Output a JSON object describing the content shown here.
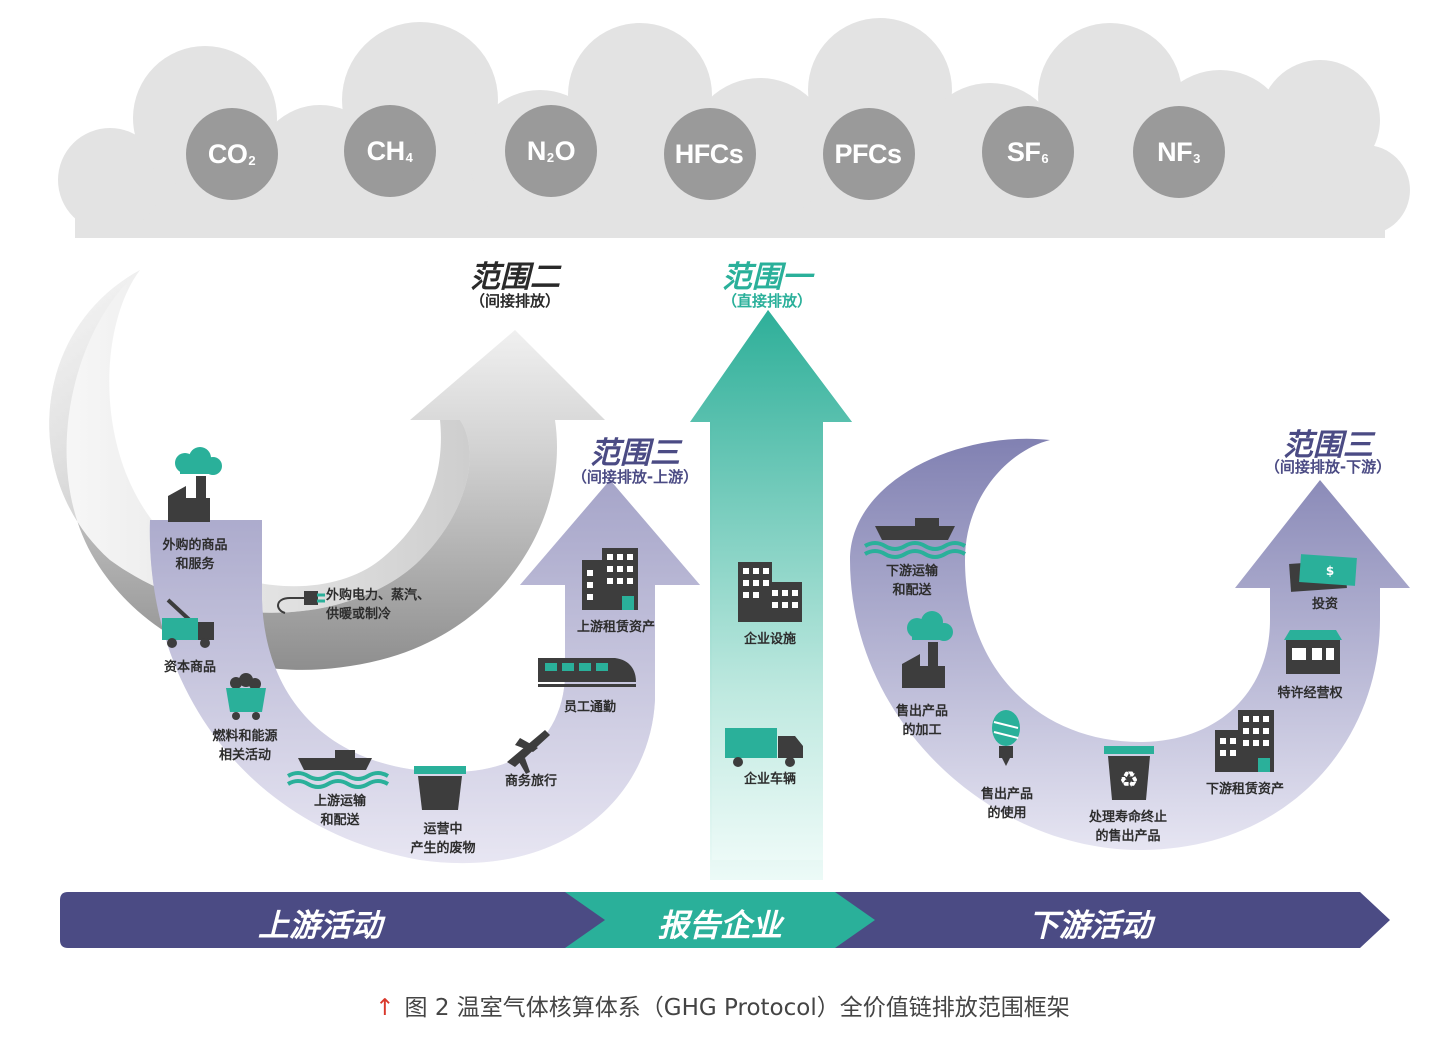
{
  "gases": [
    {
      "base": "CO",
      "sub": "2",
      "tail": ""
    },
    {
      "base": "CH",
      "sub": "4",
      "tail": ""
    },
    {
      "base": "N",
      "sub": "2",
      "tail": "O"
    },
    {
      "base": "HFCs",
      "sub": "",
      "tail": ""
    },
    {
      "base": "PFCs",
      "sub": "",
      "tail": ""
    },
    {
      "base": "SF",
      "sub": "6",
      "tail": ""
    },
    {
      "base": "NF",
      "sub": "3",
      "tail": ""
    }
  ],
  "scope2": {
    "title": "范围二",
    "subtitle": "（间接排放）"
  },
  "scope1": {
    "title": "范围一",
    "subtitle": "（直接排放）"
  },
  "scope3_up": {
    "title": "范围三",
    "subtitle": "（间接排放-上游）"
  },
  "scope3_down": {
    "title": "范围三",
    "subtitle": "（间接排放-下游）"
  },
  "upstream_items": {
    "purchased_goods": "外购的商品\n和服务",
    "purchased_energy": "外购电力、蒸汽、\n供暖或制冷",
    "capital_goods": "资本商品",
    "fuel_energy": "燃料和能源\n相关活动",
    "upstream_transport": "上游运输\n和配送",
    "waste": "运营中\n产生的废物",
    "business_travel": "商务旅行",
    "commuting": "员工通勤",
    "upstream_leased": "上游租赁资产"
  },
  "direct_items": {
    "facilities": "企业设施",
    "vehicles": "企业车辆"
  },
  "downstream_items": {
    "downstream_transport": "下游运输\n和配送",
    "processing": "售出产品\n的加工",
    "use": "售出产品\n的使用",
    "end_of_life": "处理寿命终止\n的售出产品",
    "downstream_leased": "下游租赁资产",
    "franchises": "特许经营权",
    "investments": "投资",
    "dollar_sign": "$"
  },
  "band": {
    "upstream": "上游活动",
    "reporting": "报告企业",
    "downstream": "下游活动"
  },
  "caption": {
    "arrow": "↑",
    "text": "图 2   温室气体核算体系（GHG Protocol）全价值链排放范围框架"
  },
  "colors": {
    "teal": "#2ab09a",
    "purple": "#4b4b84",
    "grey_circle": "#9a9a9a",
    "scope_teal_text": "#2ab09a",
    "scope_purple_text": "#4b4b84",
    "icon_dark": "#3d3d3d"
  }
}
